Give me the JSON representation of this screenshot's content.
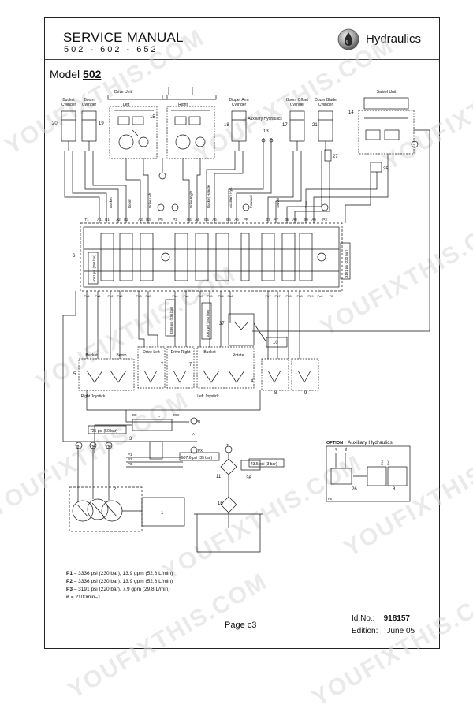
{
  "header": {
    "title": "SERVICE MANUAL",
    "models": "502 - 602 - 652",
    "section": "Hydraulics"
  },
  "model_label": "Model",
  "model_number": "502",
  "diagram": {
    "cylinders": {
      "bucket": "Bucket\nCylinder",
      "boom": "Boom\nCylinder",
      "dipper": "Dipper Arm\nCylinder",
      "boom_offset": "Boom Offset\nCylinder",
      "dozer": "Dozer Blade\nCylinder"
    },
    "drive_unit": "Drive Unit",
    "drive_left": "Left",
    "drive_right": "Right",
    "auxiliary": "Auxiliary\nHydraulics",
    "swivel_unit": "Swivel Unit",
    "numbers": {
      "n20": "20",
      "n19": "19",
      "n15": "15",
      "n18": "18",
      "n13": "13",
      "n17": "17",
      "n21": "21",
      "n14": "14",
      "n27": "27",
      "n35": "35",
      "n6": "6",
      "n5": "5",
      "n7a": "7",
      "n7b": "7",
      "n4": "4",
      "n8": "8",
      "n9": "9",
      "n37": "37",
      "n10": "10",
      "n3": "3",
      "n2": "2",
      "n1": "1",
      "n11": "11",
      "n36": "36",
      "n16": "16",
      "n26": "26",
      "n8b": "8"
    },
    "ports_top": [
      "T1",
      "A1",
      "B1",
      "A2",
      "B2",
      "A3",
      "B3",
      "P5",
      "P2",
      "B4",
      "A4",
      "B5",
      "A5",
      "B6",
      "A6",
      "PR",
      "B7",
      "A7",
      "B8",
      "A8",
      "B9",
      "A9",
      "P3"
    ],
    "ports_bottom": [
      "Pb1",
      "Pa1",
      "Pb2",
      "Pa2",
      "Pb3",
      "Pa3",
      "Pb4",
      "Pa4",
      "Pb5",
      "Pa5",
      "Pb6",
      "Pa6",
      "Pb7",
      "Pa7",
      "Pb8",
      "Pa8",
      "Pb9",
      "Pa9",
      "T2"
    ],
    "func_labels": [
      "Bucket",
      "Boom",
      "Drive Left",
      "Drive Right",
      "Bucket Handle",
      "Auxiliary Hyd.",
      "Forward",
      "Swivel",
      "Turn"
    ],
    "pressures": {
      "p1": "4061 psi (280 bar)",
      "p2": "3191 psi (220 bar)",
      "p3": "3336 psi (230 bar)",
      "p4": "4061 psi (280 bar)",
      "p5": "725 psi (50 bar)",
      "p6": "507.6 psi (35 bar)",
      "p7": "43.5 psi (3 bar)"
    },
    "joystick_labels": {
      "bucket": "Bucket",
      "boom": "Boom",
      "drive_left": "Drive\nLeft",
      "drive_right": "Drive\nRight",
      "bucket2": "Bucket",
      "rotate": "Rotate",
      "right_joystick": "Right\nJoystick",
      "left_joystick": "Left\nJoystick"
    },
    "pilot_ports": [
      "PR",
      "P8",
      "PW",
      "P",
      "T",
      "PX",
      "P1",
      "P2",
      "P3",
      "A"
    ],
    "option": {
      "label": "OPTION",
      "title": "Auxiliary Hydraulics",
      "ports": [
        "Pb1",
        "Pa1",
        "A1",
        "B1"
      ],
      "bottom_port": "P6"
    },
    "pump_labels": [
      "P1",
      "P2",
      "P3"
    ]
  },
  "specs": {
    "p1": {
      "key": "P1",
      "text": " – 3336 psi (230 bar), 13.9 gpm (52.8 L/min)"
    },
    "p2": {
      "key": "P2",
      "text": " – 3336 psi (230 bar), 13.9 gpm (52.8 L/min)"
    },
    "p3": {
      "key": "P3",
      "text": " – 3191 psi (220 bar), 7.9 gpm (29.8 L/min)"
    },
    "n": {
      "key": "n",
      "text": " = 2100min–1"
    }
  },
  "footer": {
    "page": "Page c3",
    "id_label": "Id.No.:",
    "id_value": "918157",
    "edition_label": "Edition:",
    "edition_value": "June 05"
  },
  "watermark": "YOUFIXTHIS.COM",
  "colors": {
    "line": "#111111",
    "frame": "#222222"
  }
}
